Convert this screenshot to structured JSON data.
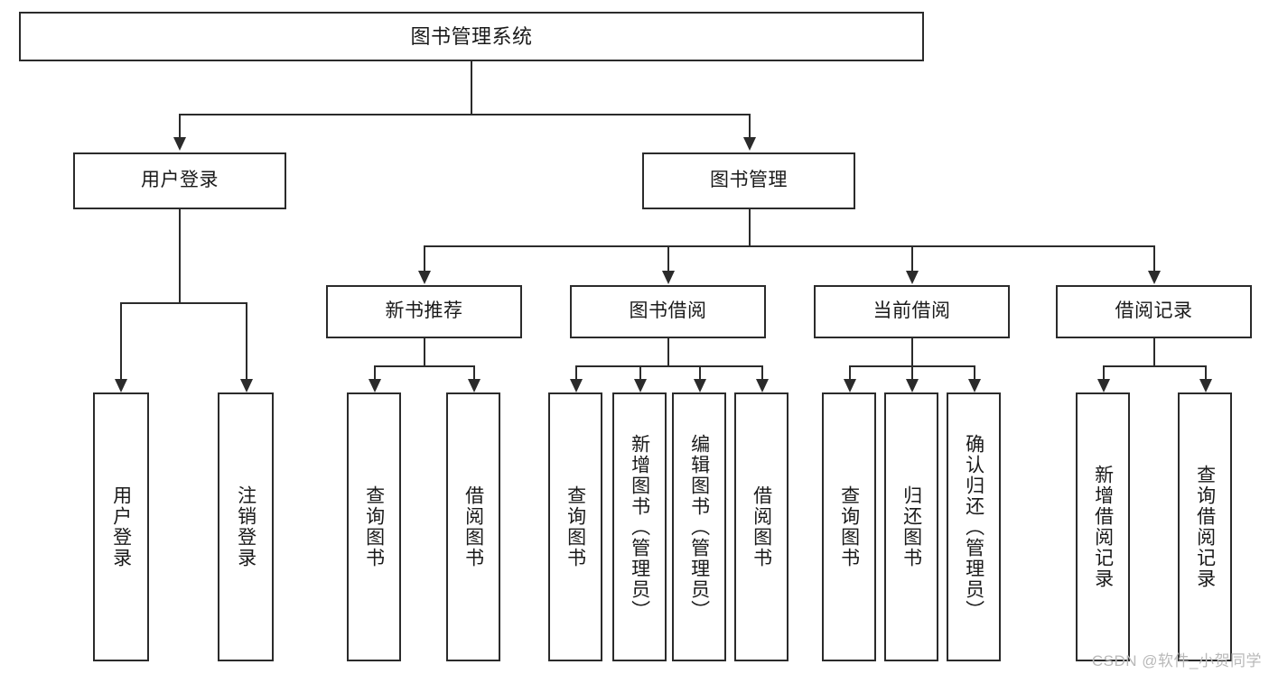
{
  "diagram": {
    "type": "tree-hierarchy-flowchart",
    "root": {
      "id": "root",
      "label": "图书管理系统"
    },
    "level2": [
      {
        "id": "user-login",
        "label": "用户登录"
      },
      {
        "id": "book-management",
        "label": "图书管理"
      }
    ],
    "level3": [
      {
        "id": "new-book-recommend",
        "label": "新书推荐"
      },
      {
        "id": "book-borrow",
        "label": "图书借阅"
      },
      {
        "id": "current-borrow",
        "label": "当前借阅"
      },
      {
        "id": "borrow-record",
        "label": "借阅记录"
      }
    ],
    "leaves": {
      "user_login": [
        {
          "id": "leaf-user-login",
          "label": "用户登录"
        },
        {
          "id": "leaf-logout-login",
          "label": "注销登录"
        }
      ],
      "new_book_recommend": [
        {
          "id": "leaf-query-book-1",
          "label": "查询图书"
        },
        {
          "id": "leaf-borrow-book-1",
          "label": "借阅图书"
        }
      ],
      "book_borrow": [
        {
          "id": "leaf-query-book-2",
          "label": "查询图书"
        },
        {
          "id": "leaf-add-book",
          "label": "新增图书（管理员）"
        },
        {
          "id": "leaf-edit-book",
          "label": "编辑图书（管理员）"
        },
        {
          "id": "leaf-borrow-book-2",
          "label": "借阅图书"
        }
      ],
      "current_borrow": [
        {
          "id": "leaf-query-book-3",
          "label": "查询图书"
        },
        {
          "id": "leaf-return-book",
          "label": "归还图书"
        },
        {
          "id": "leaf-confirm-return",
          "label": "确认归还（管理员）"
        }
      ],
      "borrow_record": [
        {
          "id": "leaf-add-record",
          "label": "新增借阅记录"
        },
        {
          "id": "leaf-query-record",
          "label": "查询借阅记录"
        }
      ]
    }
  },
  "watermark": {
    "text": "CSDN @软件_小贺同学"
  },
  "colors": {
    "stroke": "#2b2b2b",
    "box_fill": "#ffffff",
    "text": "#1a1a1a",
    "watermark": "#b9b9b9",
    "background": "#ffffff"
  }
}
